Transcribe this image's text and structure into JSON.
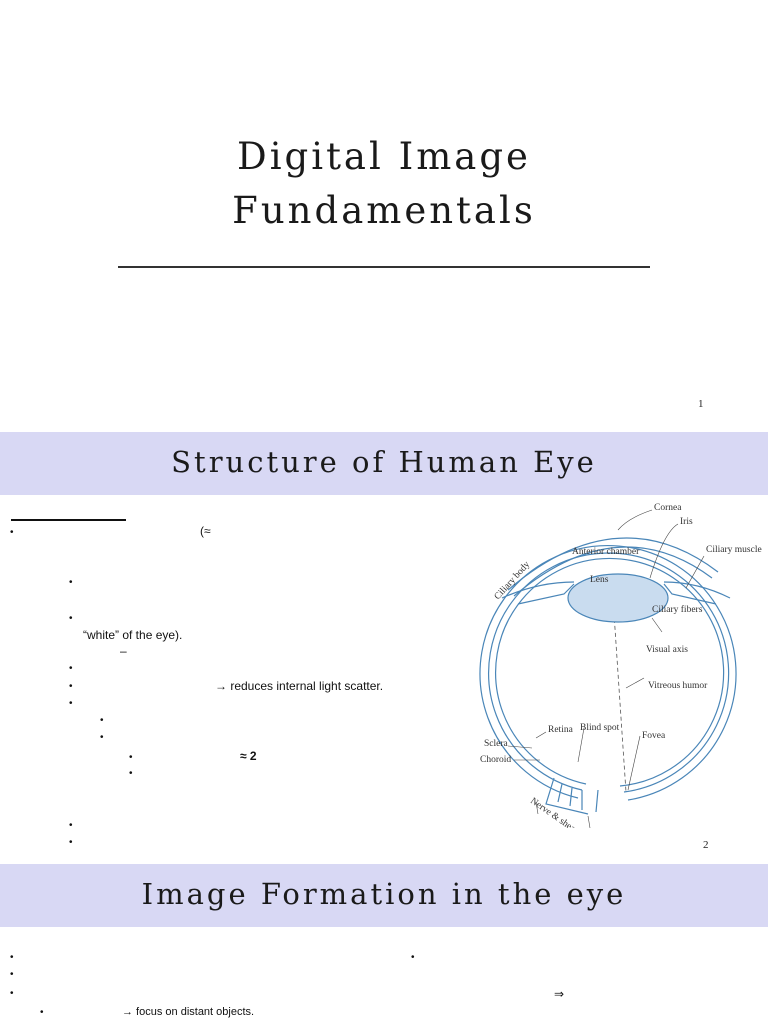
{
  "slide1": {
    "title_line1": "Digital Image",
    "title_line2": "Fundamentals",
    "page_number": "1"
  },
  "slide2": {
    "title": "Structure of Human Eye",
    "page_number": "2",
    "text_fragments": {
      "approx_open": "(≈",
      "white_of_eye": "“white” of the eye).",
      "dash": "–",
      "light_scatter": "→ reduces internal light scatter.",
      "approx_two": "≈ 2"
    },
    "diagram_labels": {
      "cornea": "Cornea",
      "iris": "Iris",
      "ciliary_muscle": "Ciliary muscle",
      "ciliary_body": "Ciliary body",
      "anterior_chamber": "Anterior chamber",
      "lens": "Lens",
      "ciliary_fibers": "Ciliary fibers",
      "visual_axis": "Visual axis",
      "vitreous_humor": "Vitreous humor",
      "retina": "Retina",
      "blind_spot": "Blind spot",
      "fovea": "Fovea",
      "sclera": "Sclera",
      "choroid": "Choroid",
      "nerve_sheath": "Nerve & sheath"
    },
    "colors": {
      "band": "#d8d8f4",
      "diagram_line": "#4a86b8",
      "lens_fill": "#c9dcef"
    }
  },
  "slide3": {
    "title": "Image Formation in the eye",
    "text_fragments": {
      "implies": "⇒",
      "distant_focus": "→ focus on distant objects."
    }
  }
}
